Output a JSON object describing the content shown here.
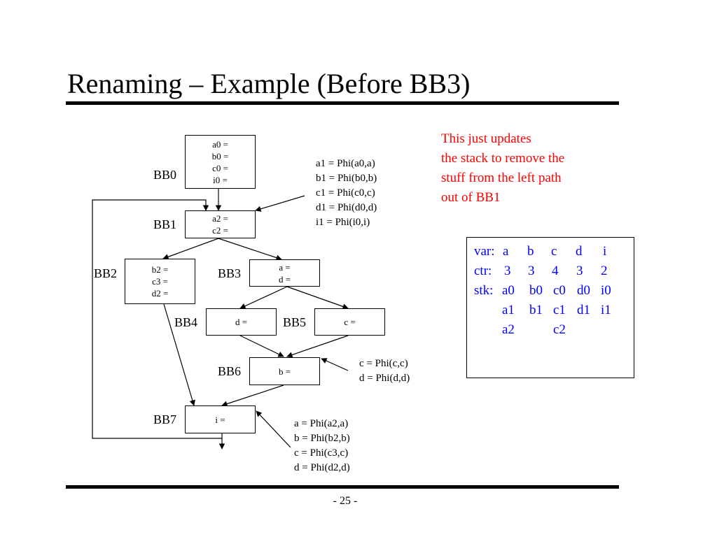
{
  "slide": {
    "title": "Renaming – Example (Before BB3)",
    "page_number": "- 25 -"
  },
  "note": {
    "lines": [
      "This just updates",
      "the stack to remove the",
      "stuff from the left path",
      "out of BB1"
    ],
    "color": "#ff0000"
  },
  "stack_table": {
    "color": "#0000ff",
    "var_label": "var:",
    "ctr_label": "ctr:",
    "stk_label": "stk:",
    "vars": [
      "a",
      "b",
      "c",
      "d",
      "i"
    ],
    "ctr": [
      "3",
      "3",
      "4",
      "3",
      "2"
    ],
    "stk_row1": [
      "a0",
      "b0",
      "c0",
      "d0",
      "i0"
    ],
    "stk_row2": [
      "a1",
      "b1",
      "c1",
      "d1",
      "i1"
    ],
    "stk_row3": [
      "a2",
      "",
      "c2",
      "",
      ""
    ]
  },
  "blocks": {
    "bb0": {
      "label": "BB0",
      "lines": [
        "a0 =",
        "b0 =",
        "c0 =",
        "i0 ="
      ]
    },
    "bb1": {
      "label": "BB1",
      "lines": [
        "a2 =",
        "c2 ="
      ]
    },
    "bb2": {
      "label": "BB2",
      "lines": [
        "b2 =",
        "c3 =",
        "d2 ="
      ]
    },
    "bb3": {
      "label": "BB3",
      "lines": [
        "a =",
        "d ="
      ]
    },
    "bb4": {
      "label": "BB4",
      "lines": [
        "d ="
      ]
    },
    "bb5": {
      "label": "BB5",
      "lines": [
        "c ="
      ]
    },
    "bb6": {
      "label": "BB6",
      "lines": [
        "b ="
      ]
    },
    "bb7": {
      "label": "BB7",
      "lines": [
        "i ="
      ]
    }
  },
  "phi": {
    "bb1": [
      "a1 = Phi(a0,a)",
      "b1 = Phi(b0,b)",
      "c1 = Phi(c0,c)",
      "d1 = Phi(d0,d)",
      "i1 = Phi(i0,i)"
    ],
    "bb6": [
      "c = Phi(c,c)",
      "d = Phi(d,d)"
    ],
    "bb7": [
      "a = Phi(a2,a)",
      "b = Phi(b2,b)",
      "c = Phi(c3,c)",
      "d = Phi(d2,d)"
    ]
  }
}
